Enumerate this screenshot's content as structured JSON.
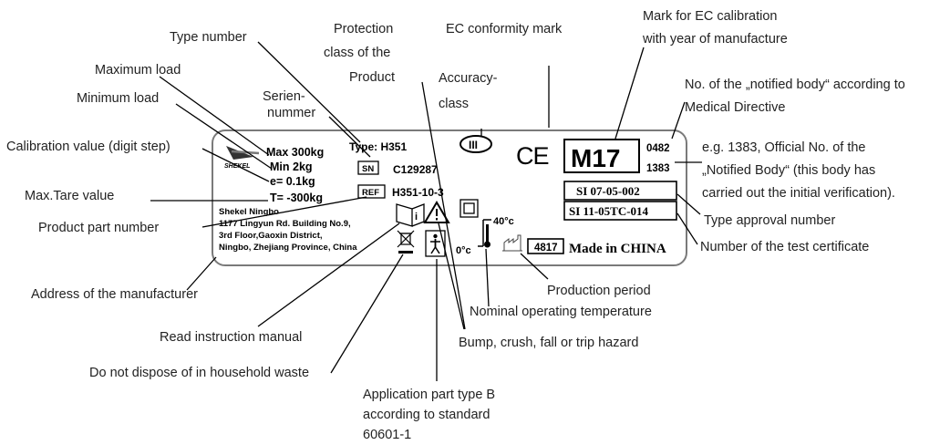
{
  "callouts": {
    "type_number": "Type number",
    "maximum_load": "Maximum load",
    "minimum_load": "Minimum load",
    "calibration_value": "Calibration value (digit step)",
    "max_tare": "Max.Tare value",
    "product_part": "Product part number",
    "address": "Address of the manufacturer",
    "read_manual": "Read instruction manual",
    "no_household": "Do not dispose of in household waste",
    "application_part": [
      "Application part type B",
      "according to standard",
      "60601-1"
    ],
    "bump_hazard": "Bump, crush, fall or trip hazard",
    "nominal_temp": "Nominal operating temperature",
    "production_period": "Production period",
    "serial": [
      "Serien-",
      "nummer"
    ],
    "protection": [
      "Protection",
      "class of the",
      "Product"
    ],
    "accuracy": [
      "Accuracy-",
      "class"
    ],
    "ec_mark": "EC conformity mark",
    "ec_calibration": [
      "Mark for EC calibration",
      "with year of manufacture"
    ],
    "notified_body": [
      "No. of the „notified body“ according to",
      "Medical Directive"
    ],
    "official_no": [
      "e.g. 1383, Official No. of the",
      "„Notified Body“ (this body has",
      "carried out the initial verification)."
    ],
    "type_approval": "Type approval number",
    "test_certificate": "Number of the test certificate"
  },
  "label": {
    "brand": "SHEKEL",
    "max": "Max 300kg",
    "min": "Min 2kg",
    "e": "e= 0.1kg",
    "t": "T= -300kg",
    "type": "Type: H351",
    "sn_box": "SN",
    "sn_value": "C129287",
    "ref_box": "REF",
    "ref_value": "H351-10-3",
    "address_lines": [
      "Shekel Ningbo",
      "1177 Lingyun Rd. Building No.9,",
      "3rd Floor,Gaoxin District,",
      "Ningbo, Zhejiang Province, China"
    ],
    "accuracy_class": "III",
    "ce": "CE",
    "m17": "M17",
    "notified_no": "0482",
    "official_no": "1383",
    "type_approval_no": "SI 07-05-002",
    "test_cert_no": "SI 11-05TC-014",
    "temp_max": "40°c",
    "temp_min": "0°c",
    "period_box": "4817",
    "made_in": "Made in CHINA"
  },
  "icons": [
    "scale-logo-icon",
    "manual-icon",
    "warning-triangle-icon",
    "square-protection-icon",
    "weee-bin-icon",
    "body-type-b-icon",
    "thermometer-icon",
    "production-factory-icon"
  ]
}
